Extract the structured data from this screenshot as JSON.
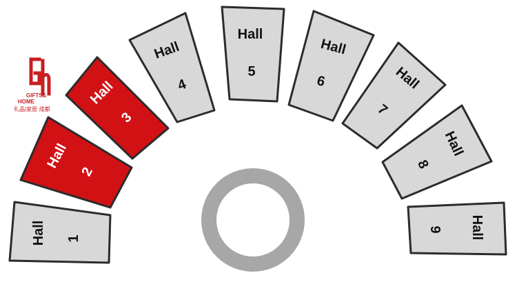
{
  "logo": {
    "mark_line1": "GIFTS&",
    "mark_line2": "HOME",
    "tagline": "礼品|家居·成都",
    "color": "#c81e23"
  },
  "colors": {
    "selected_fill": "#d11114",
    "default_fill": "#d8d8d8",
    "stroke": "#2b2b2b",
    "selected_text": "#ffffff",
    "default_text": "#111111",
    "ring": "#a7a7a7"
  },
  "halls": [
    {
      "label": "Hall",
      "number": "1",
      "selected": false
    },
    {
      "label": "Hall",
      "number": "2",
      "selected": true
    },
    {
      "label": "Hall",
      "number": "3",
      "selected": true
    },
    {
      "label": "Hall",
      "number": "4",
      "selected": false
    },
    {
      "label": "Hall",
      "number": "5",
      "selected": false
    },
    {
      "label": "Hall",
      "number": "6",
      "selected": false
    },
    {
      "label": "Hall",
      "number": "7",
      "selected": false
    },
    {
      "label": "Hall",
      "number": "8",
      "selected": false
    },
    {
      "label": "Hall",
      "number": "9",
      "selected": false
    }
  ],
  "center_ring": {
    "icon": "ring-icon"
  }
}
